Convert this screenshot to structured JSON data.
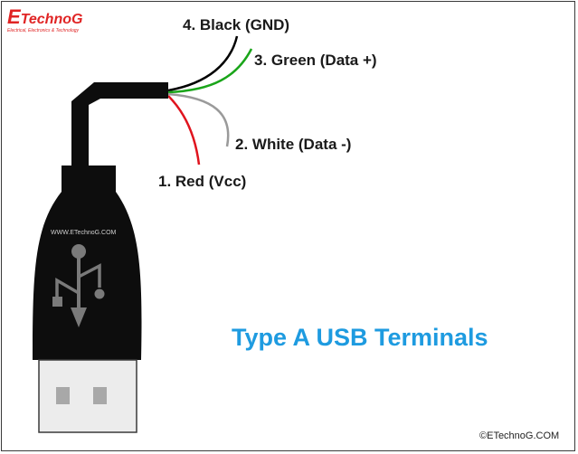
{
  "logo": {
    "brand_initial": "E",
    "brand_rest": "TechnoG",
    "tagline": "Electrical, Electronics & Technology"
  },
  "wires": [
    {
      "label": "4. Black (GND)",
      "color": "#000000"
    },
    {
      "label": "3. Green (Data +)",
      "color": "#1aa51a"
    },
    {
      "label": "2. White (Data -)",
      "color": "#9a9a9a"
    },
    {
      "label": "1. Red (Vcc)",
      "color": "#e0141e"
    }
  ],
  "title": "Type A USB Terminals",
  "watermark": "WWW.ETechnoG.COM",
  "copyright": "©ETechnoG.COM",
  "colors": {
    "title": "#1e9be0",
    "cable": "#0d0d0d",
    "usb_icon": "#7a7a7a",
    "connector": "#ececec",
    "contact": "#a8a8a8"
  }
}
